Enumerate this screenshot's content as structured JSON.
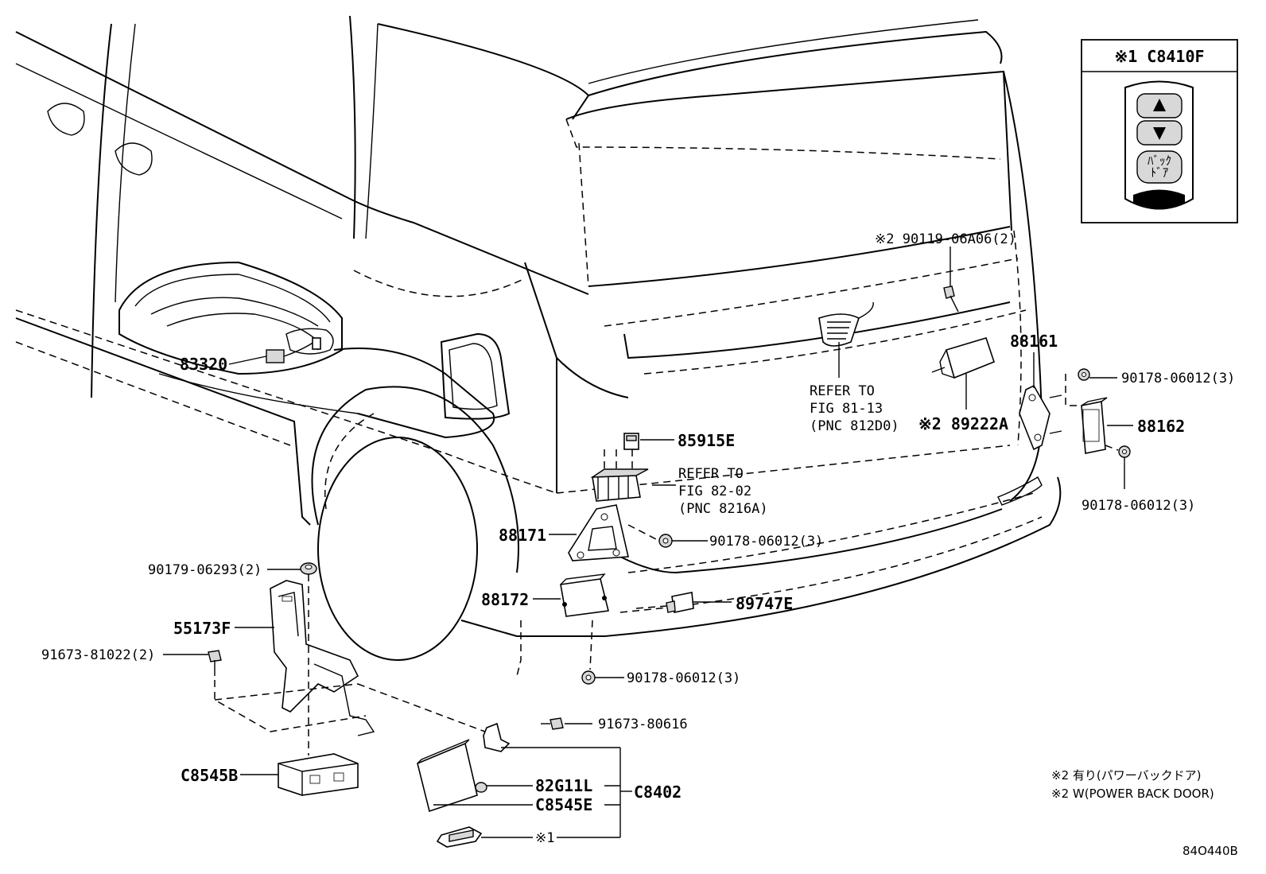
{
  "inset": {
    "title": "※1 C8410F",
    "key_text_line1": "ﾊﾞｯｸ",
    "key_text_line2": "ﾄﾞｱ"
  },
  "labels": {
    "p83320": "83320",
    "p85915E": "85915E",
    "p88171": "88171",
    "p88172": "88172",
    "p89747E": "89747E",
    "p88161": "88161",
    "p88162": "88162",
    "p89222A": "※2 89222A",
    "p90119": "※2 90119-06A06(2)",
    "p90178_a": "90178-06012(3)",
    "p90178_b": "90178-06012(3)",
    "p90178_c": "90178-06012(3)",
    "p90178_d": "90178-06012(3)",
    "p90179": "90179-06293(2)",
    "p55173F": "55173F",
    "p91673_81022": "91673-81022(2)",
    "p91673_80616": "91673-80616",
    "pC8545B": "C8545B",
    "p82G11L": "82G11L",
    "pC8545E": "C8545E",
    "pC8402": "C8402",
    "pX1": "※1"
  },
  "refs": {
    "fig81_line1": "REFER TO",
    "fig81_line2": "FIG 81-13",
    "fig81_line3": "(PNC 812D0)",
    "fig82_line1": "REFER TO",
    "fig82_line2": "FIG 82-02",
    "fig82_line3": "(PNC 8216A)"
  },
  "notes": {
    "note1": "※2 有り(パワーバックドア)",
    "note2": "※2 W(POWER BACK DOOR)"
  },
  "diagram_code": "84O440B"
}
